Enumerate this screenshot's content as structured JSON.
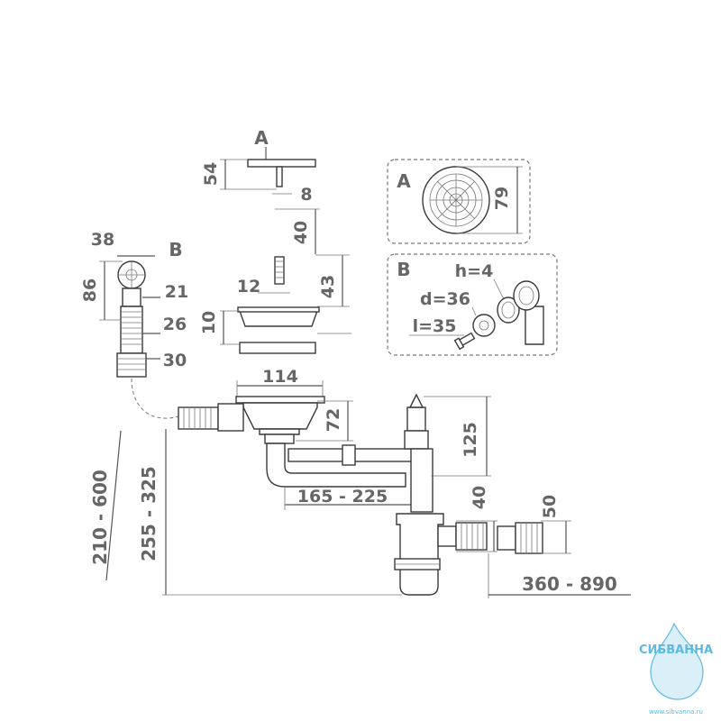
{
  "labels": {
    "callout_a": "A",
    "callout_b": "B",
    "detail_a_title": "A",
    "detail_b_title": "B"
  },
  "dimensions": {
    "stopper_height": "54",
    "stopper_stem": "8",
    "bolt_length": "40",
    "bolt_diameter": "12",
    "bolt_offset": "43",
    "strainer_height": "10",
    "overflow_width": "38",
    "overflow_height": "86",
    "overflow_ring": "21",
    "hose_diameter": "26",
    "hose_end": "30",
    "sink_diameter": "114",
    "outlet_height": "72",
    "pipe_height": "125",
    "pipe_length": "165 - 225",
    "hose_length": "210 - 600",
    "trap_height": "255 - 325",
    "outlet_diameter": "40",
    "adapter_diameter": "50",
    "total_length": "360 - 890",
    "detail_a_diameter": "79",
    "detail_b_h": "h=4",
    "detail_b_d": "d=36",
    "detail_b_l": "l=35"
  },
  "watermark": {
    "brand": "СИБВАННА",
    "url": "www.sibvanna.ru",
    "color": "#2aa3d8"
  }
}
